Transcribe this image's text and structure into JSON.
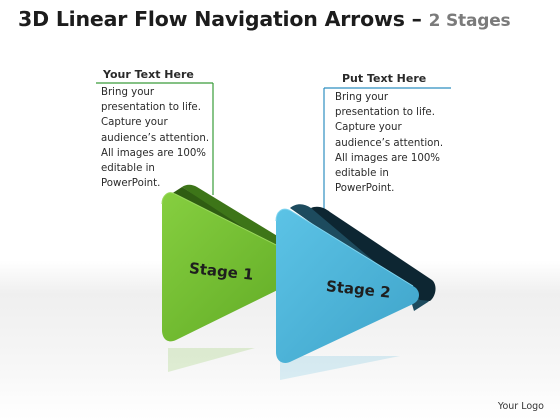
{
  "title": {
    "main": "3D Linear Flow Navigation Arrows",
    "dash": "–",
    "stages": "2 Stages"
  },
  "callouts": [
    {
      "heading": "Your Text Here",
      "body": "Bring your\npresentation to life.\nCapture your\naudience’s attention.\nAll images are 100%\neditable in\nPowerPoint."
    },
    {
      "heading": "Put Text Here",
      "body": "Bring your\npresentation to life.\nCapture your\naudience’s attention.\nAll images are 100%\neditable in\nPowerPoint."
    }
  ],
  "stages": [
    {
      "label": "Stage 1",
      "color": "#6fba2c"
    },
    {
      "label": "Stage 2",
      "color": "#45b0d6"
    }
  ],
  "footer": {
    "logo": "Your Logo"
  },
  "colors": {
    "green_callout_line": "#3a9c3a",
    "blue_callout_line": "#2e8fc0"
  }
}
